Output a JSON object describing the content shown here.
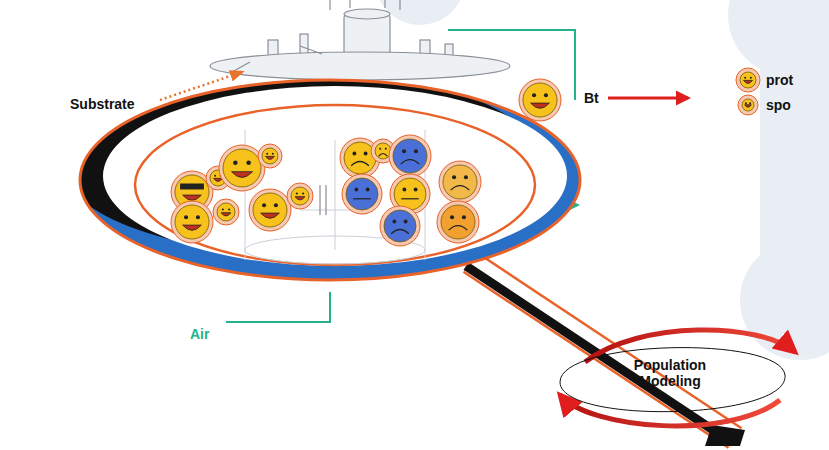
{
  "diagram": {
    "nodes": [
      {
        "text": [
          "Population Modeling"
        ]
      }
    ],
    "labels": [
      "Substrate",
      "Bt",
      "prot",
      "spo",
      "Air"
    ]
  }
}
